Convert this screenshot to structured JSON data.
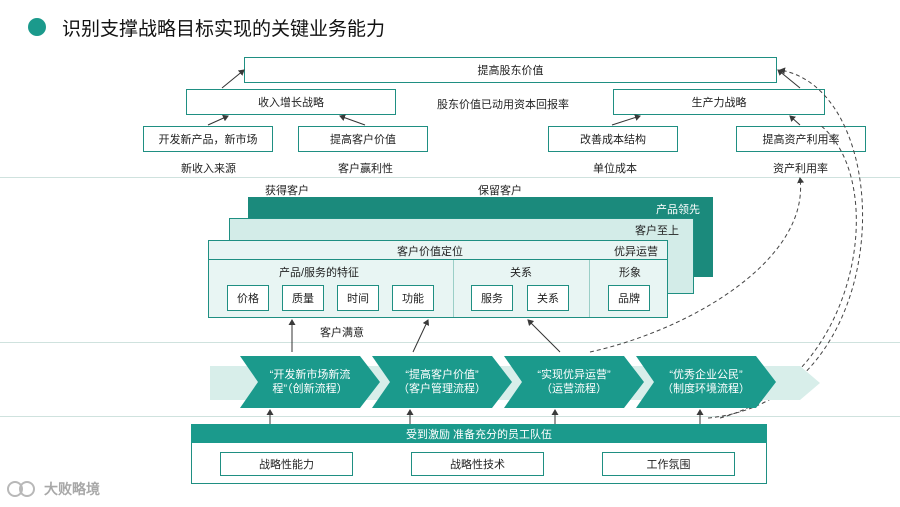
{
  "title": "识别支撑战略目标实现的关键业务能力",
  "top": {
    "shareholder_value": "提高股东价值",
    "revenue_growth": "收入增长战略",
    "roce": "股东价值已动用资本回报率",
    "productivity": "生产力战略",
    "new_products": "开发新产品，新市场",
    "customer_value": "提高客户价值",
    "cost_structure": "改善成本结构",
    "asset_utilization": "提高资产利用率",
    "new_revenue": "新收入来源",
    "customer_profit": "客户赢利性",
    "unit_cost": "单位成本",
    "asset_rate": "资产利用率"
  },
  "customer": {
    "acquire": "获得客户",
    "retain": "保留客户",
    "product_leadership": "产品领先",
    "customer_first": "客户至上",
    "value_position": "客户价值定位",
    "operational_excellence": "优异运营",
    "attributes": "产品/服务的特征",
    "relationship": "关系",
    "image": "形象",
    "items": [
      "价格",
      "质量",
      "时间",
      "功能",
      "服务",
      "关系",
      "品牌"
    ],
    "satisfaction": "客户满意"
  },
  "process": {
    "chevrons": [
      {
        "line1": "“开发新市场新流",
        "line2": "程”（创新流程）"
      },
      {
        "line1": "“提高客户价值”",
        "line2": "（客户管理流程）"
      },
      {
        "line1": "“实现优异运营”",
        "line2": "（运营流程）"
      },
      {
        "line1": "“优秀企业公民”",
        "line2": "（制度环境流程）"
      }
    ]
  },
  "learning": {
    "header": "受到激励 准备充分的员工队伍",
    "items": [
      "战略性能力",
      "战略性技术",
      "工作氛围"
    ]
  },
  "watermark": {
    "brand": "大败略境"
  },
  "colors": {
    "teal_dark": "#1b8a7c",
    "teal_mid": "#2ea596",
    "teal_light": "#d3ece8",
    "teal_pale": "#e8f5f3"
  }
}
